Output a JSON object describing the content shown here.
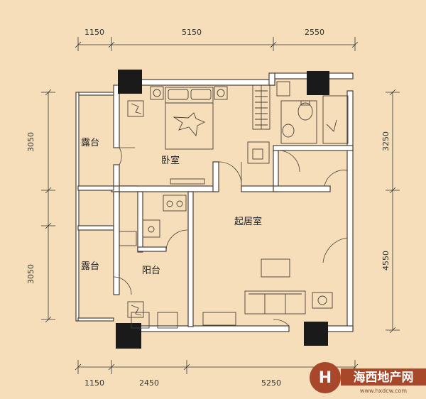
{
  "dimensions": {
    "top": [
      "1150",
      "5150",
      "2550"
    ],
    "bottom": [
      "1150",
      "2450",
      "5250"
    ],
    "left": [
      "3050",
      "3050"
    ],
    "right": [
      "3250",
      "4550"
    ]
  },
  "rooms": {
    "terrace_upper": "露台",
    "bedroom": "卧室",
    "living_room": "起居室",
    "terrace_lower": "露台",
    "balcony": "阳台"
  },
  "watermark": {
    "letter": "H",
    "name": "海西地产网",
    "url": "www.hxdcw.com"
  },
  "colors": {
    "background": "#F5DEB9",
    "wall": "#FFFFFF",
    "line": "#4A4038",
    "column": "#1A1A1A",
    "watermark_red": "#A8472A"
  }
}
